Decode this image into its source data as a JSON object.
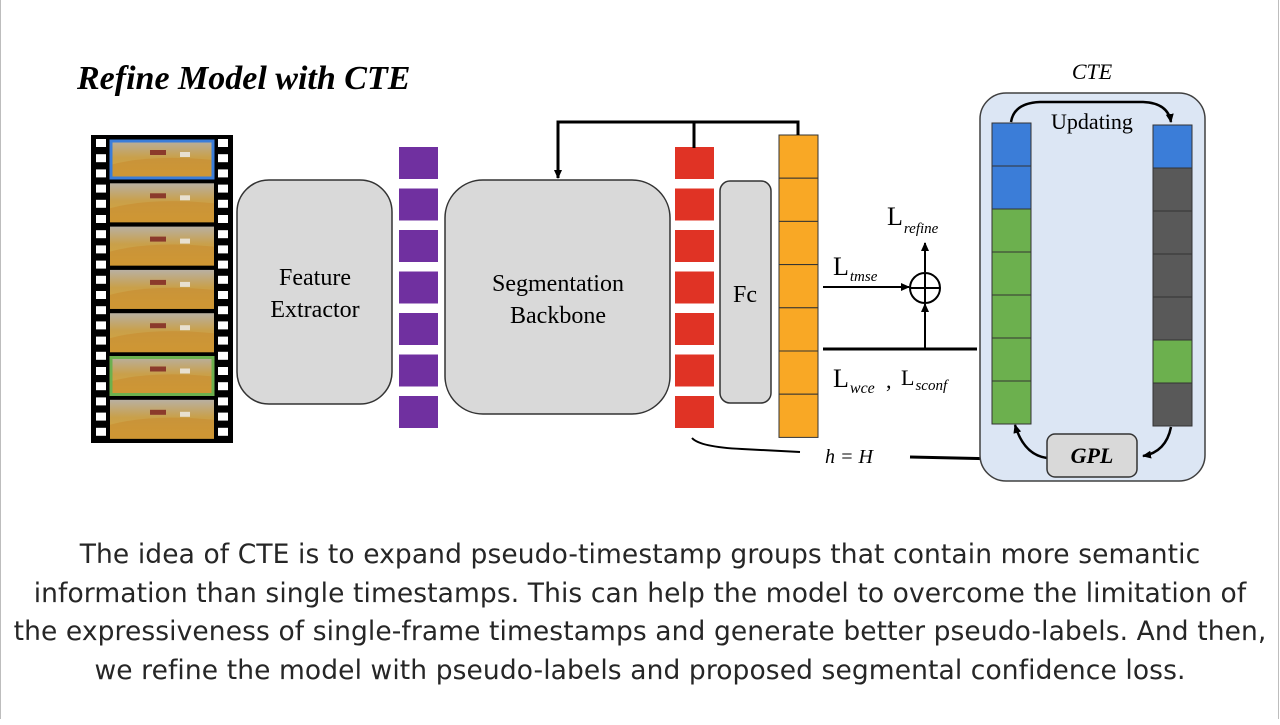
{
  "slide": {
    "title": "Refine Model with CTE",
    "caption": "The idea of CTE is to expand pseudo-timestamp groups that contain more semantic information than single timestamps. This can help the model to overcome the limitation of the expressiveness of single-frame timestamps and generate better pseudo-labels. And then, we refine the model with pseudo-labels and proposed segmental confidence loss."
  },
  "diagram": {
    "feature_extractor": {
      "line1": "Feature",
      "line2": "Extractor"
    },
    "segmentation_backbone": {
      "line1": "Segmentation",
      "line2": "Backbone"
    },
    "fc_label": "Fc",
    "loss_refine": {
      "main": "L",
      "sub": "refine"
    },
    "loss_tmse": {
      "main": "L",
      "sub": "tmse"
    },
    "loss_wce": {
      "main": "L",
      "sub": "wce"
    },
    "loss_separator": ",",
    "loss_sconf": {
      "main": "L",
      "sub": "sconf"
    },
    "h_equation": "h = H",
    "cte_title": "CTE",
    "cte_updating": "Updating",
    "gpl_label": "GPL"
  },
  "colors": {
    "purple": "#7030a0",
    "red": "#e03325",
    "orange": "#f9a825",
    "blue": "#3b7dd8",
    "green": "#6cb04e",
    "dark_gray": "#595959",
    "box_gray": "#d9d9d9",
    "cte_bg": "#dce6f4"
  }
}
